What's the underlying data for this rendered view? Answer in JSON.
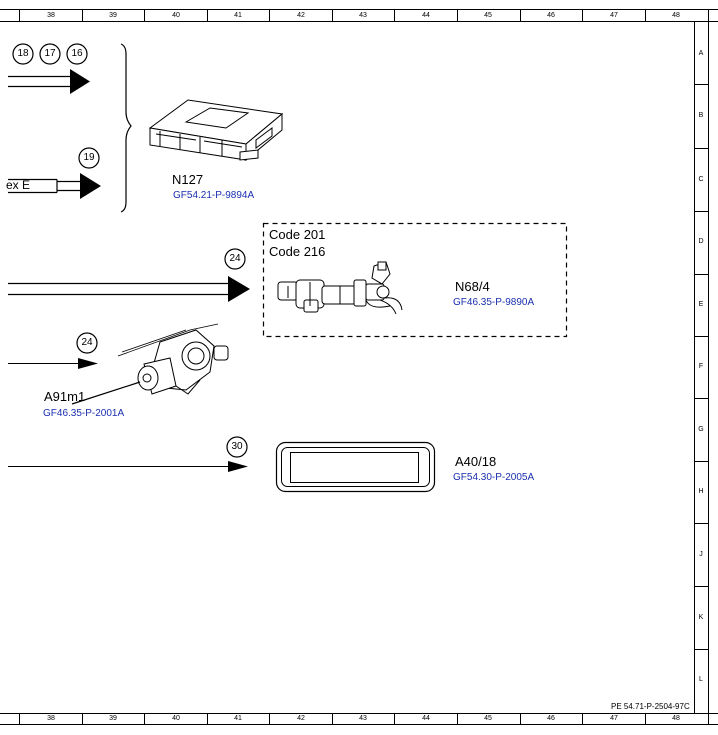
{
  "ruler": {
    "columns": [
      "38",
      "39",
      "40",
      "41",
      "42",
      "43",
      "44",
      "45",
      "46",
      "47",
      "48"
    ],
    "rows": [
      "A",
      "B",
      "C",
      "D",
      "E",
      "F",
      "G",
      "H",
      "J",
      "K",
      "L"
    ]
  },
  "connectors": {
    "c18": "18",
    "c17": "17",
    "c16": "16",
    "c19": "19",
    "c24a": "24",
    "c24b": "24",
    "c30": "30"
  },
  "signal_labels": {
    "left_box": "ex E"
  },
  "components": {
    "n127": {
      "name": "N127",
      "ref": "GF54.21-P-9894A"
    },
    "n68_4": {
      "name": "N68/4",
      "ref": "GF46.35-P-9890A",
      "code1": "Code 201",
      "code2": "Code 216"
    },
    "a91m1": {
      "name": "A91m1",
      "ref": "GF46.35-P-2001A"
    },
    "a40_18": {
      "name": "A40/18",
      "ref": "GF54.30-P-2005A"
    }
  },
  "footer": {
    "doc_id": "PE 54.71-P-2504-97C"
  }
}
